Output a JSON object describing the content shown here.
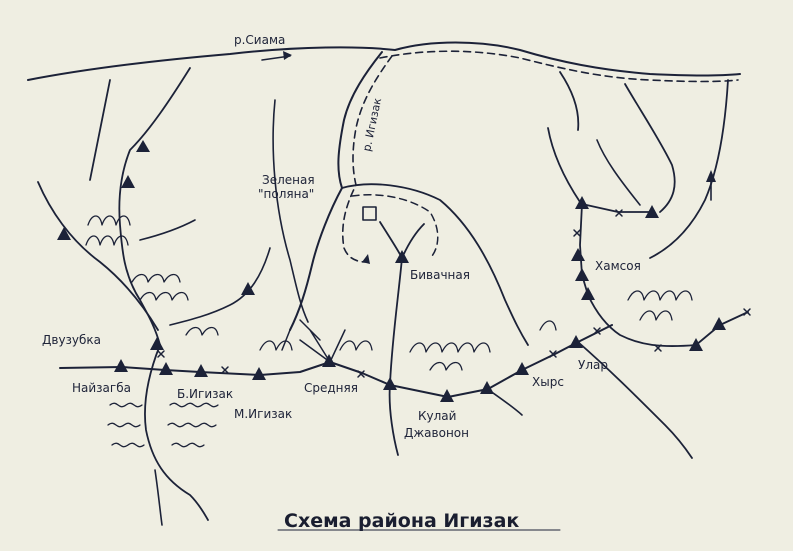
{
  "map": {
    "title": "Схема района Игизак",
    "labels": {
      "river_siama": "р.Сиама",
      "river_igizak": "р. Игизак",
      "zelenaya": "Зеленая",
      "polyana": "\"поляна\"",
      "bivachnaya": "Бивачная",
      "khamsoya": "Хамсоя",
      "dvuzubka": "Двузубка",
      "naizagba": "Найзагба",
      "b_igizak": "Б.Игизак",
      "m_igizak": "М.Игизак",
      "srednyaya": "Средняя",
      "kulai": "Кулай",
      "dzhavonon": "Джавонон",
      "khyrs": "Хырс",
      "ular": "Улар"
    },
    "colors": {
      "ink": "#1c2238",
      "paper": "#efeee2"
    }
  }
}
